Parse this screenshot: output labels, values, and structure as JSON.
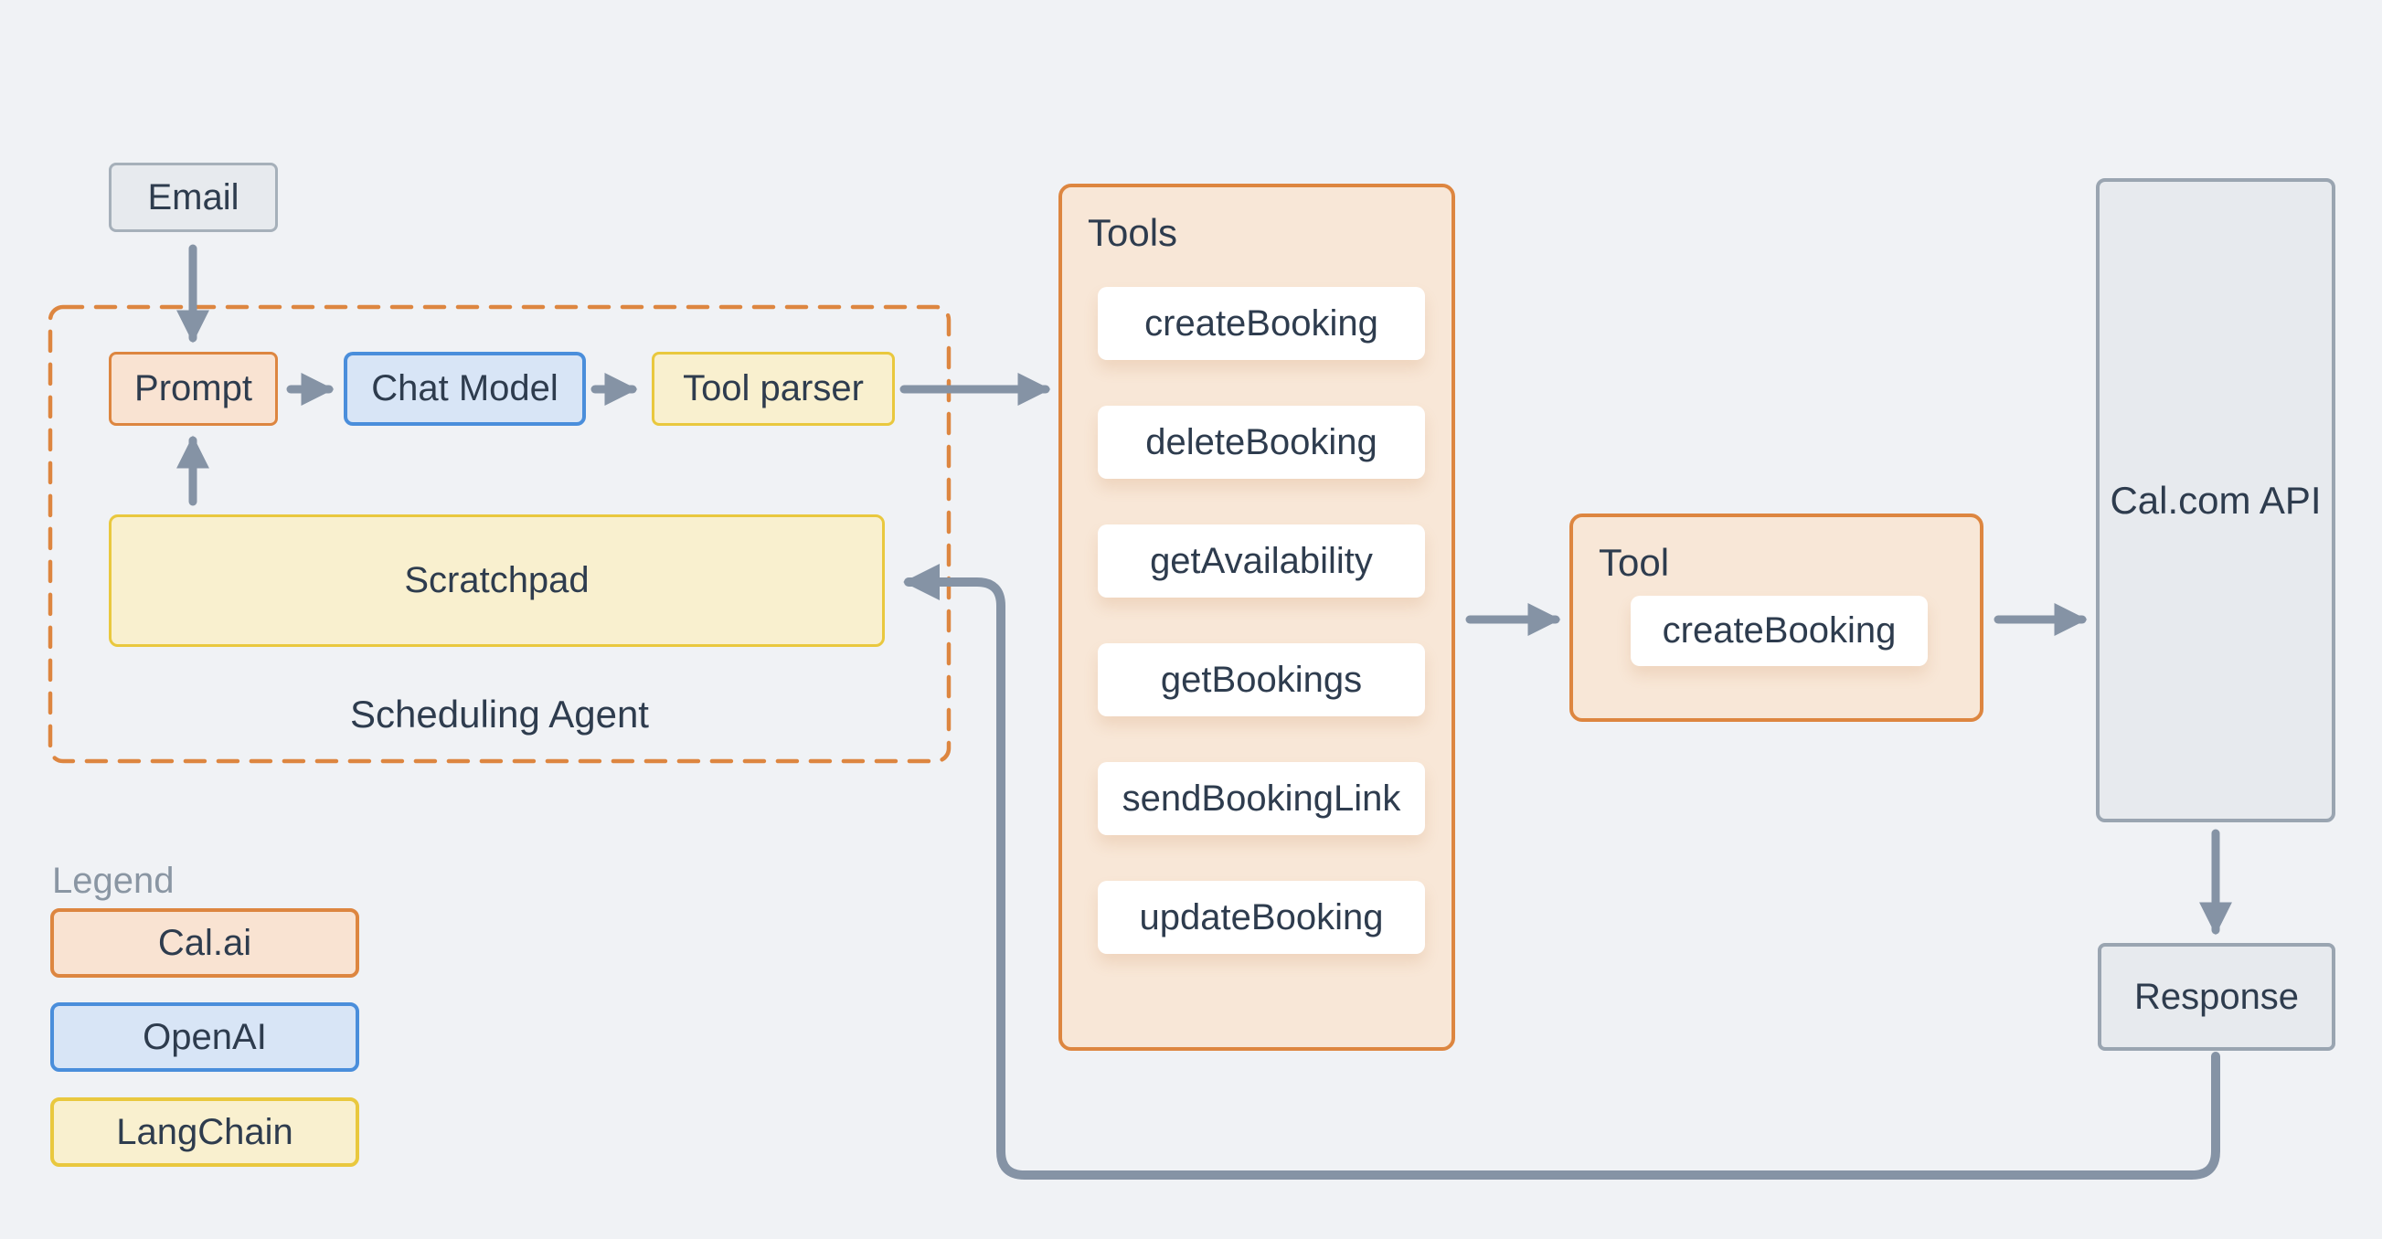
{
  "colors": {
    "background": "#f0f2f5",
    "text_dark": "#2e3c4e",
    "muted_text": "#8a96a3",
    "arrow_gray": "#8593a5",
    "calai_border": "#dd8640",
    "calai_fill": "#f9e3d2",
    "calai_panel_fill": "#f8e7d7",
    "openai_border": "#4a8edb",
    "openai_fill": "#d8e5f6",
    "langchain_border": "#e9c83e",
    "langchain_fill": "#f9f0cf",
    "neutral_border": "#a6b0ba",
    "neutral_fill": "#e7eaee"
  },
  "diagram": {
    "email": {
      "label": "Email"
    },
    "agent": {
      "label": "Scheduling Agent",
      "prompt": {
        "label": "Prompt"
      },
      "chat_model": {
        "label": "Chat Model"
      },
      "tool_parser": {
        "label": "Tool parser"
      },
      "scratchpad": {
        "label": "Scratchpad"
      }
    },
    "tools_panel": {
      "title": "Tools",
      "items": [
        "createBooking",
        "deleteBooking",
        "getAvailability",
        "getBookings",
        "sendBookingLink",
        "updateBooking"
      ]
    },
    "tool_panel": {
      "title": "Tool",
      "items": [
        "createBooking"
      ]
    },
    "calcom_api": {
      "label": "Cal.com API"
    },
    "response": {
      "label": "Response"
    }
  },
  "legend": {
    "title": "Legend",
    "items": [
      {
        "label": "Cal.ai",
        "color": "#dd8640"
      },
      {
        "label": "OpenAI",
        "color": "#4a8edb"
      },
      {
        "label": "LangChain",
        "color": "#e9c83e"
      }
    ]
  }
}
